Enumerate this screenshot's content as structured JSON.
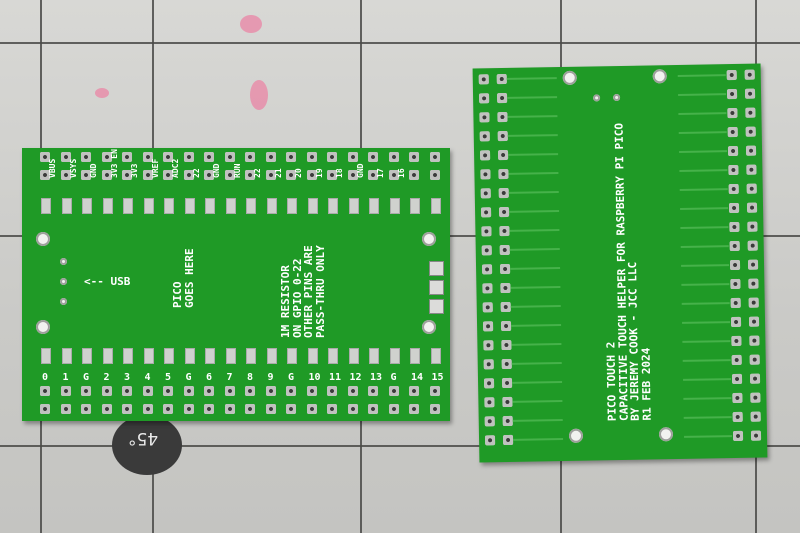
{
  "mat": {
    "angle_marking": "45°",
    "colors": {
      "mat": "#cfcfcc",
      "grid": "#4a4a48",
      "pink_mark": "#e98aa8"
    }
  },
  "left_board": {
    "usb_label": "<-- USB",
    "pico_label": "PICO\nGOES HERE",
    "resistor_note": "1M RESISTOR\nON GPIO 0-22\nOTHER PINS ARE\nPASS-THRU ONLY",
    "top_pin_labels": [
      "VBUS",
      "VSYS",
      "GND",
      "3V3 EN",
      "3V3",
      "VREF",
      "ADC2",
      "22",
      "GND",
      "RUN",
      "22",
      "21",
      "20",
      "19",
      "18",
      "GND",
      "17",
      "16"
    ],
    "bottom_pin_labels": [
      "0",
      "1",
      "G",
      "2",
      "3",
      "4",
      "5",
      "G",
      "6",
      "7",
      "8",
      "9",
      "G",
      "10",
      "11",
      "12",
      "13",
      "G",
      "14",
      "15"
    ],
    "colors": {
      "pcb": "#1f9a26",
      "silkscreen": "#ffffff",
      "pad": "#d7d9d6"
    }
  },
  "right_board": {
    "title_text": "PICO TOUCH 2\nCAPACITIVE TOUCH HELPER FOR RASPBERRY PI PICO\nBY JEREMY COOK - JCC LLC\nR1 FEB 2024",
    "colors": {
      "pcb": "#1f9a26",
      "trace": "#46b24a"
    }
  }
}
